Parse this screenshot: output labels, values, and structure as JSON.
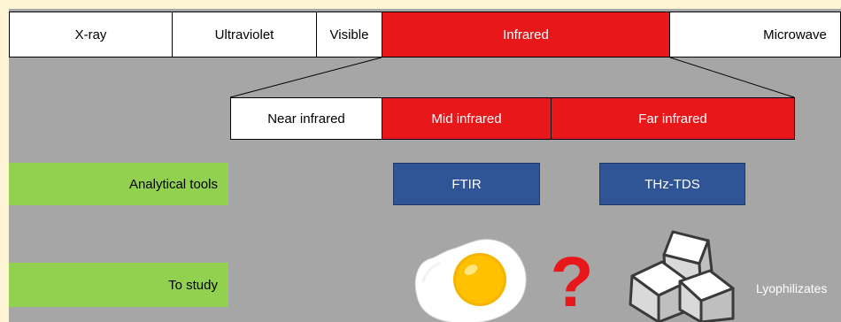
{
  "spectrum": {
    "bands": [
      "X-ray",
      "Ultraviolet",
      "Visible",
      "Infrared",
      "Microwave"
    ]
  },
  "infrared": {
    "subbands": [
      "Near infrared",
      "Mid infrared",
      "Far infrared"
    ]
  },
  "rows": {
    "tools_label": "Analytical tools",
    "study_label": "To study"
  },
  "tools": [
    "FTIR",
    "THz-TDS"
  ],
  "study": {
    "question": "?",
    "right_label": "Lyophilizates",
    "left_icon": "fried-egg-icon",
    "right_icon": "sugar-cubes-icon"
  },
  "colors": {
    "background": "#FDF5D3",
    "panel": "#A6A6A6",
    "infrared_red": "#E8171A",
    "label_green": "#92D050",
    "tool_blue": "#2F5597",
    "question_red": "#E8171A"
  }
}
